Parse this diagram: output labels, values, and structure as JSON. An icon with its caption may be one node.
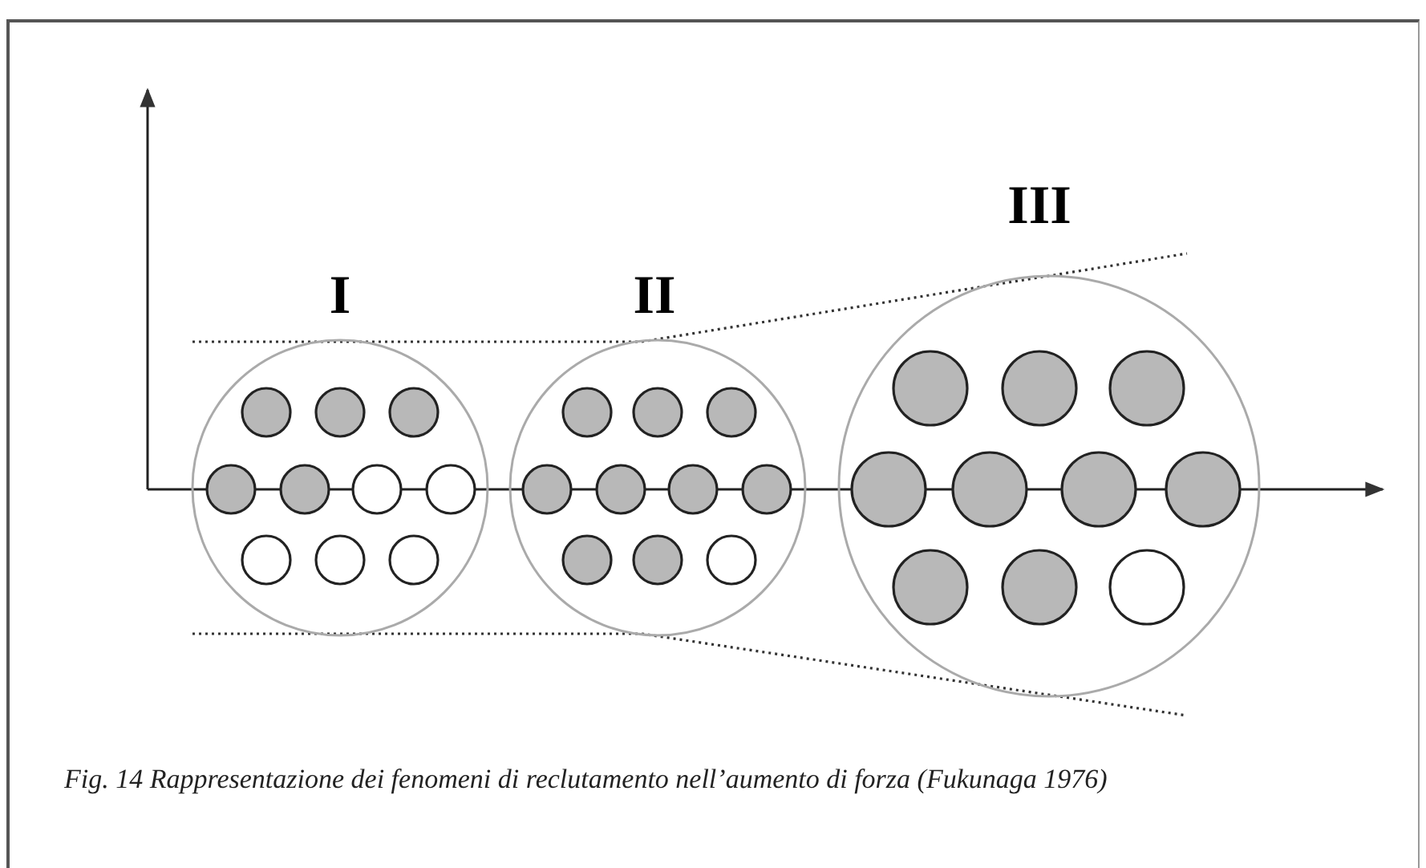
{
  "diagram": {
    "caption": "Fig. 14 Rappresentazione dei fenomeni di reclutamento nell’aumento di forza (Fukunaga 1976)",
    "nodes": [
      {
        "text": [
          "I"
        ]
      },
      {
        "text": [
          "II"
        ]
      },
      {
        "text": [
          "III"
        ]
      }
    ]
  }
}
